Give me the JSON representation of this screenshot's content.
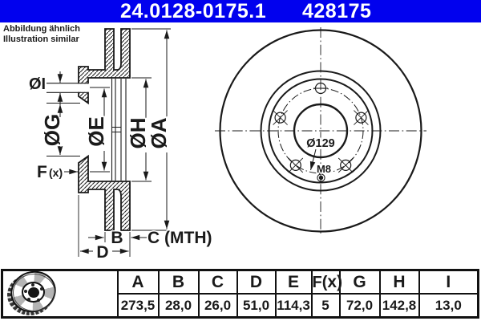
{
  "header": {
    "part_number": "24.0128-0175.1",
    "catalog_number": "428175"
  },
  "note": {
    "line1": "Abbildung ähnlich",
    "line2": "Illustration similar"
  },
  "section_view": {
    "labels": {
      "dia_i": "ØI",
      "dia_g": "ØG",
      "dia_e": "ØE",
      "dia_h": "ØH",
      "dia_a": "ØA",
      "f": "F",
      "f_suffix": "(x)",
      "b": "B",
      "c_mth": "C (MTH)",
      "d": "D"
    }
  },
  "front_view": {
    "labels": {
      "bolt_circle_dia": "Ø129",
      "thread": "M8"
    },
    "bolt_hole_count": 5
  },
  "table": {
    "headers": [
      "A",
      "B",
      "C",
      "D",
      "E",
      "F(x)",
      "G",
      "H",
      "I"
    ],
    "values": [
      "273,5",
      "28,0",
      "26,0",
      "51,0",
      "114,3",
      "5",
      "72,0",
      "142,8",
      "13,0"
    ]
  },
  "colors": {
    "header_blue": "#0101ee",
    "ink": "#1a1a1a",
    "paper": "#ffffff"
  }
}
